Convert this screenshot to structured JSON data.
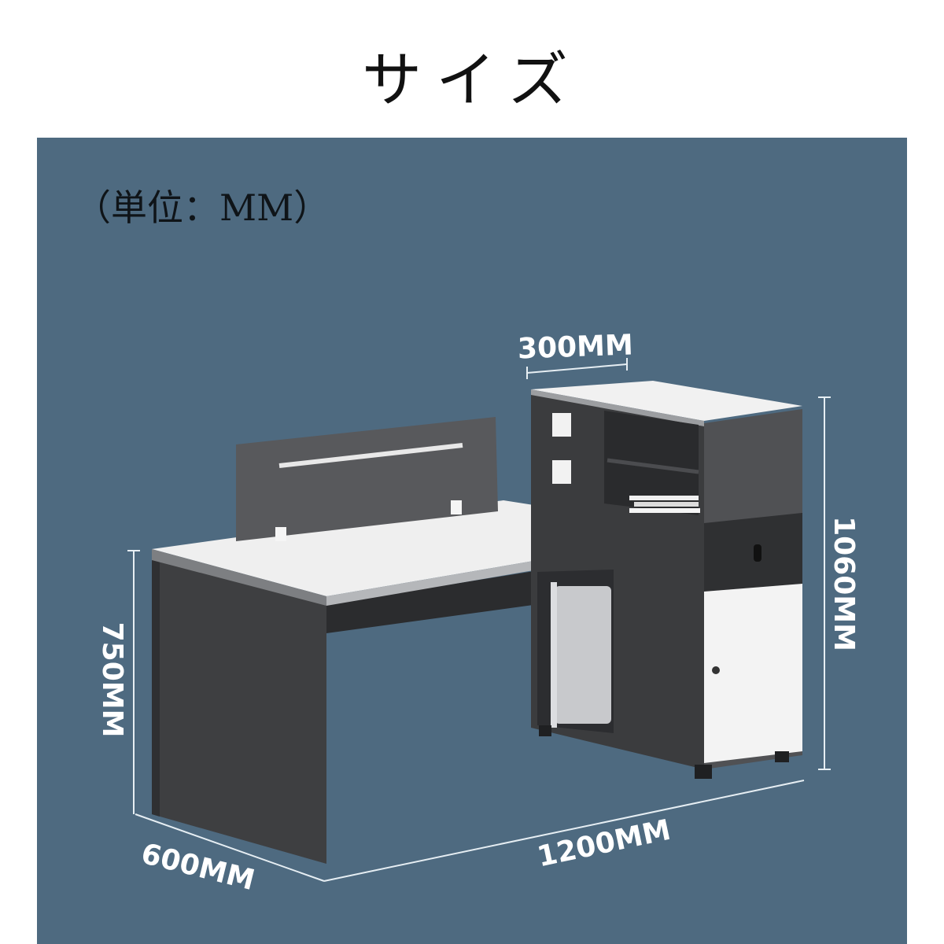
{
  "title": "サイズ",
  "unit_label": "（単位：MM）",
  "dimensions": {
    "top_width": "300MM",
    "height_total": "1060MM",
    "height_desk": "750MM",
    "depth": "600MM",
    "width": "1200MM"
  },
  "colors": {
    "background": "#4e6a80",
    "desk_dark": "#3f4042",
    "desk_white": "#ececec",
    "dimension_text": "#ffffff"
  }
}
